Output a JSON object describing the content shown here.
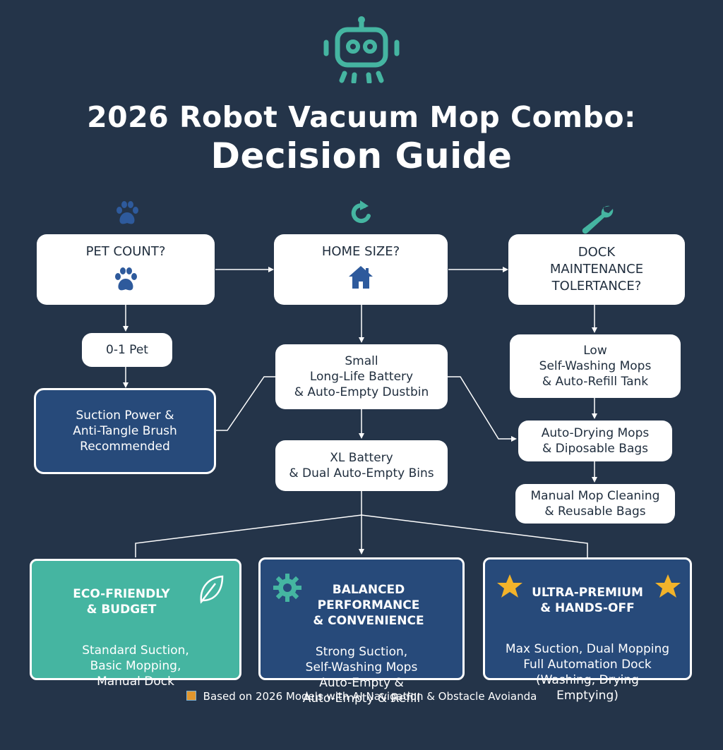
{
  "title": {
    "line1": "2026 Robot Vacuum Mop Combo:",
    "line2": "Decision Guide"
  },
  "icons": {
    "top": "robot-icon",
    "col1": "paw-icon",
    "col2": "refresh-arrow-icon",
    "col3": "wrench-icon",
    "home": "house-icon",
    "leaf": "leaf-icon",
    "gear": "gear-icon",
    "star": "star-icon"
  },
  "colors": {
    "background": "#243449",
    "teal": "#45b5a1",
    "dark_blue": "#274a7a",
    "pet_blue": "#2e5a9c",
    "star": "#f2b32a"
  },
  "questions": {
    "pet": "PET COUNT?",
    "home": "HOME SIZE?",
    "dock": "DOCK\nMAINTENANCE\nTOLERTANCE?"
  },
  "pet_branch": {
    "option": "0-1 Pet",
    "recommendation": "Suction Power &\nAnti-Tangle Brush\nRecommended"
  },
  "home_branch": {
    "small": "Small\nLong-Life Battery\n& Auto-Empty Dustbin",
    "xl": "XL Battery\n& Dual Auto-Empty Bins"
  },
  "dock_branch": {
    "low": "Low\nSelf-Washing Mops\n& Auto-Refill Tank",
    "mid": "Auto-Drying Mops\n& Diposable Bags",
    "manual": "Manual Mop Cleaning\n& Reusable Bags"
  },
  "outcomes": {
    "eco": {
      "head": "ECO-FRIENDLY\n& BUDGET",
      "body": "Standard Suction,\nBasic Mopping,\nManual Dock"
    },
    "balanced": {
      "head": "BALANCED\nPERFORMANCE\n& CONVENIENCE",
      "body": "Strong Suction,\nSelf-Washing Mops\nAuto-Empty &\nAuto-Empty & Refill"
    },
    "premium": {
      "head": "ULTRA-PREMIUM\n& HANDS-OFF",
      "body": "Max Suction, Dual Mopping\nFull Automation Dock\n(Washing, Drying\nEmptying)"
    }
  },
  "footer": "Based on 2026 Models with AI Navigation & Obstacle Avoianda"
}
